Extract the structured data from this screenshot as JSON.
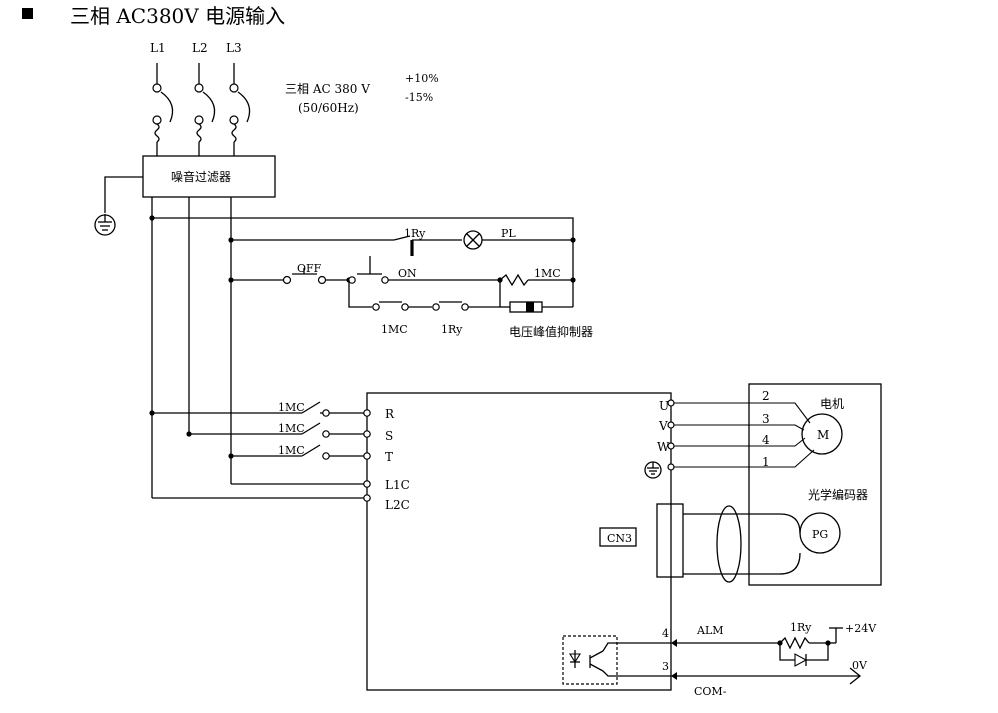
{
  "title": "三相 AC380V 电源输入",
  "supply": {
    "phases": [
      "L1",
      "L2",
      "L3"
    ],
    "voltage_label": "三相 AC 380  V",
    "frequency": "(50/60Hz)",
    "tolerance_plus": "+10%",
    "tolerance_minus": "-15%"
  },
  "components": {
    "noise_filter": "噪音过滤器",
    "relay_1ry": "1Ry",
    "pilot_lamp": "PL",
    "off_switch": "OFF",
    "on_switch": "ON",
    "coil_1mc": "1MC",
    "contact_1mc": "1MC",
    "contact_1ry": "1Ry",
    "surge_suppressor": "电压峰值抑制器"
  },
  "drive": {
    "main_contacts": [
      "1MC",
      "1MC",
      "1MC"
    ],
    "input_terminals": [
      "R",
      "S",
      "T",
      "L1C",
      "L2C"
    ],
    "output_terminals": [
      "U",
      "V",
      "W"
    ],
    "connector": "CN3",
    "alarm_pins": [
      "4",
      "3"
    ]
  },
  "motor": {
    "label": "电机",
    "symbol": "M",
    "pin_numbers": [
      "2",
      "3",
      "4",
      "1"
    ],
    "encoder_label": "光学编码器",
    "encoder_symbol": "PG"
  },
  "alarm_circuit": {
    "alm": "ALM",
    "com": "COM-",
    "relay": "1Ry",
    "supply": "+24V",
    "ground": "0V"
  }
}
